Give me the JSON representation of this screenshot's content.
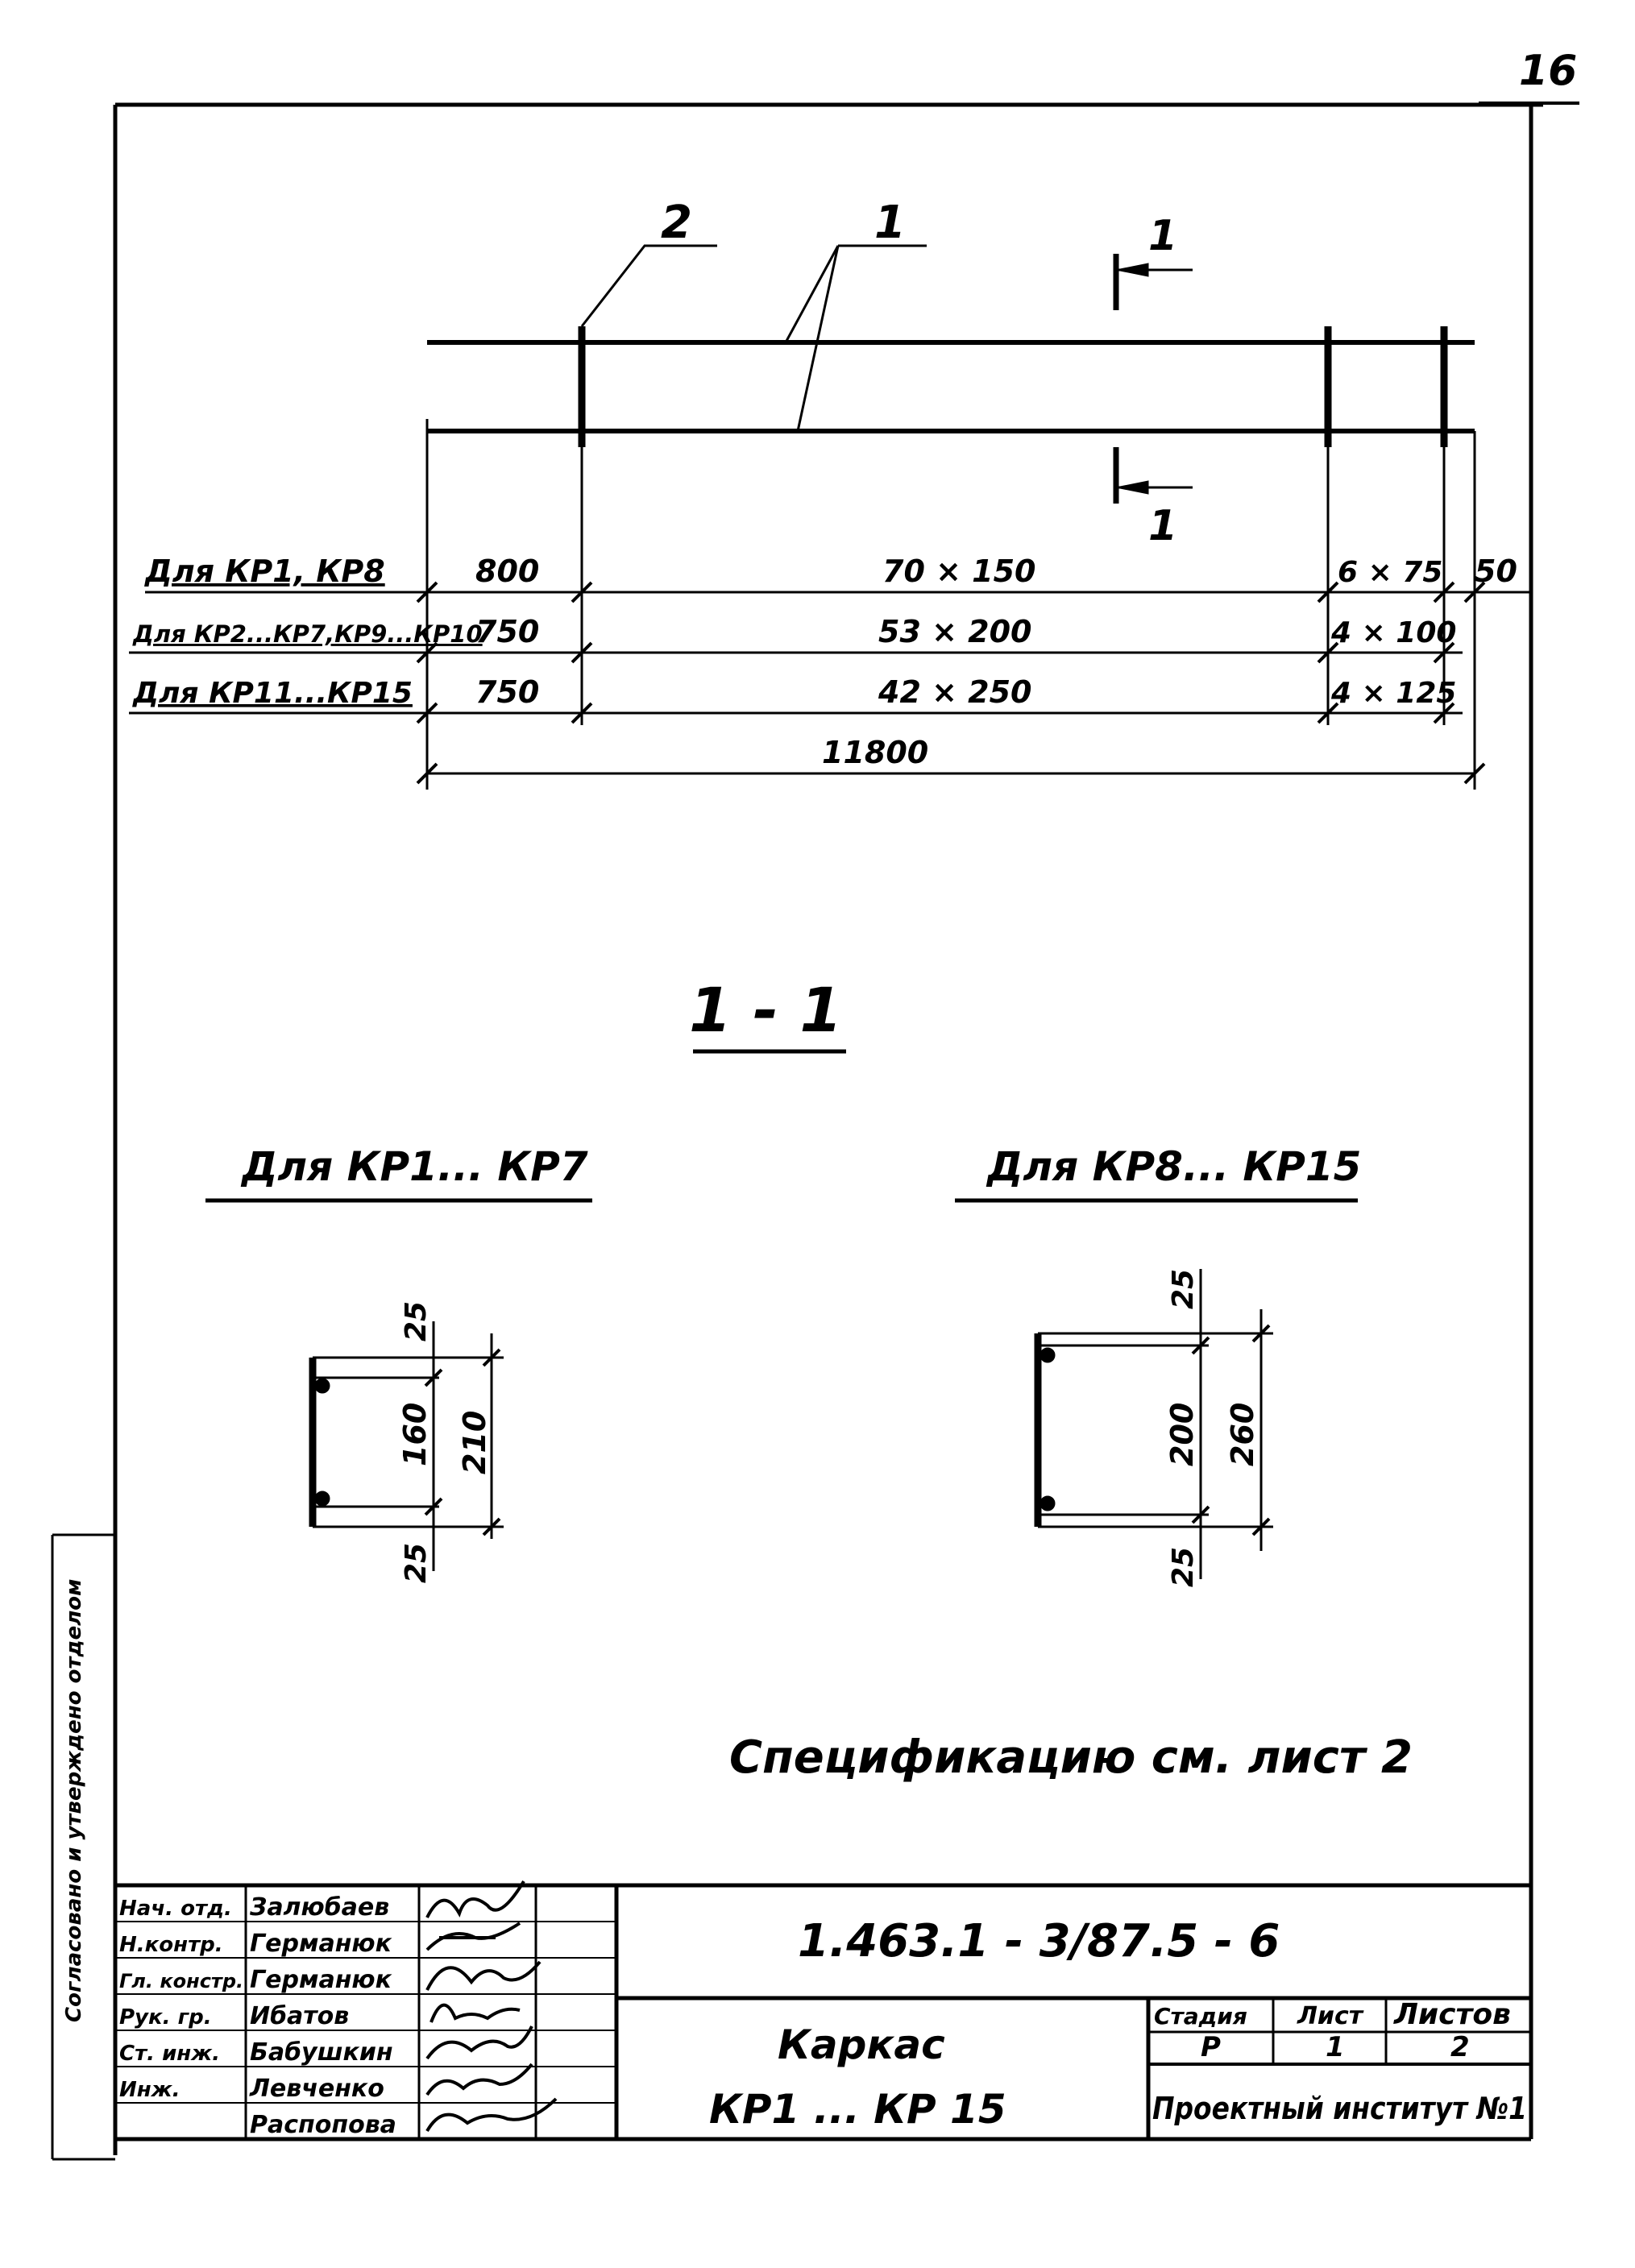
{
  "page_number": "16",
  "plan": {
    "callout_bar": "1",
    "callout_stirrup": "2",
    "section_mark": "1",
    "rows": [
      {
        "label": "Для КР1, КР8",
        "left": "800",
        "middle": "70 × 150",
        "right": "6 × 75"
      },
      {
        "label": "Для КР2...КР7,КР9...КР10",
        "left": "750",
        "middle": "53 × 200",
        "right": "4 × 100"
      },
      {
        "label": "Для КР11...КР15",
        "left": "750",
        "middle": "42 × 250",
        "right": "4 × 125"
      }
    ],
    "end_offset": "50",
    "total_length": "11800"
  },
  "section": {
    "title": "1 - 1",
    "left": {
      "caption": "Для КР1... КР7",
      "top": "25",
      "inner": "160",
      "outer": "210",
      "bottom": "25"
    },
    "right": {
      "caption": "Для КР8... КР15",
      "top": "25",
      "inner": "200",
      "outer": "260",
      "bottom": "25"
    }
  },
  "note": "Спецификацию см. лист 2",
  "title_block": {
    "document_code": "1.463.1 - 3/87.5 - 6",
    "name_line1": "Каркас",
    "name_line2": "КР1 ... КР 15",
    "stage_header": "Стадия",
    "sheet_header": "Лист",
    "sheets_header": "Листов",
    "stage": "Р",
    "sheet": "1",
    "sheets": "2",
    "organization": "Проектный институт №1",
    "staff": [
      {
        "role": "Нач. отд.",
        "name": "Залюбаев"
      },
      {
        "role": "Н.контр.",
        "name": "Германюк"
      },
      {
        "role": "Гл. констр.",
        "name": "Германюк"
      },
      {
        "role": "Рук. гр.",
        "name": "Ибатов"
      },
      {
        "role": "Ст. инж.",
        "name": "Бабушкин"
      },
      {
        "role": "Инж.",
        "name": "Левченко"
      },
      {
        "role": "",
        "name": "Распопова"
      }
    ]
  },
  "side_stamp": "Согласовано и утверждено отделом"
}
